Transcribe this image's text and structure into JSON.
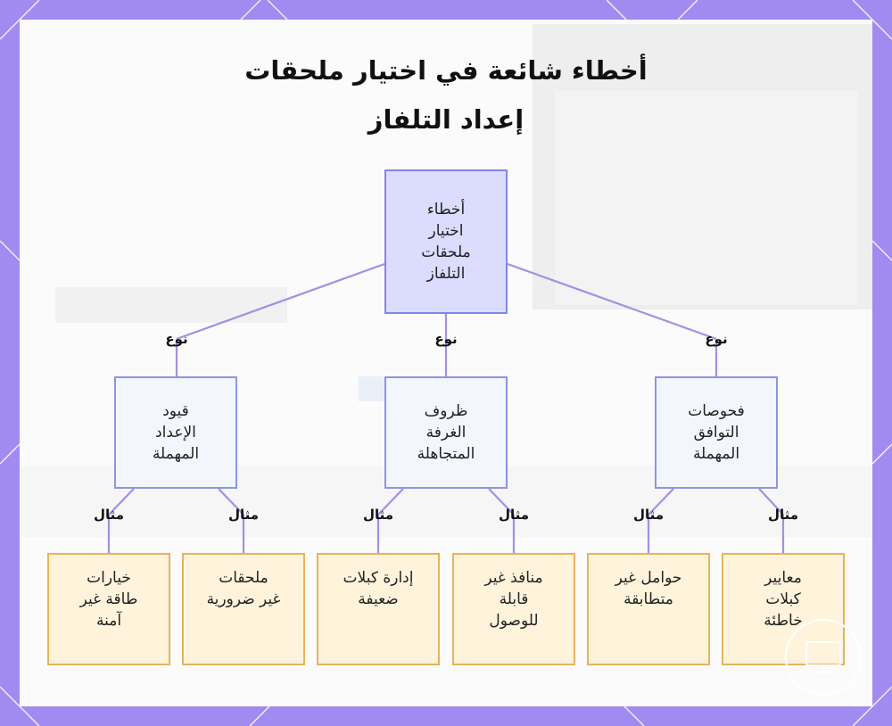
{
  "title": {
    "line1": "أخطاء شائعة في اختيار ملحقات",
    "line2": "إعداد التلفاز"
  },
  "root": {
    "lines": [
      "أخطاء",
      "اختيار",
      "ملحقات",
      "التلفاز"
    ]
  },
  "categories": [
    {
      "lines": [
        "قيود",
        "الإعداد",
        "المهملة"
      ],
      "edge_label": "نوع"
    },
    {
      "lines": [
        "ظروف",
        "الغرفة",
        "المتجاهلة"
      ],
      "edge_label": "نوع"
    },
    {
      "lines": [
        "فحوصات",
        "التوافق",
        "المهملة"
      ],
      "edge_label": "نوع"
    }
  ],
  "leaves": [
    {
      "lines": [
        "خيارات",
        "طاقة غير",
        "آمنة"
      ],
      "edge_label": "مثال"
    },
    {
      "lines": [
        "ملحقات",
        "غير ضرورية"
      ],
      "edge_label": "مثال"
    },
    {
      "lines": [
        "إدارة كبلات",
        "ضعيفة"
      ],
      "edge_label": "مثال"
    },
    {
      "lines": [
        "منافذ غير",
        "قابلة",
        "للوصول"
      ],
      "edge_label": "مثال"
    },
    {
      "lines": [
        "حوامل غير",
        "متطابقة"
      ],
      "edge_label": "مثال"
    },
    {
      "lines": [
        "معايير",
        "كبلات",
        "خاطئة"
      ],
      "edge_label": "مثال"
    }
  ],
  "colors": {
    "frame": "#a18af0",
    "edge": "#a58ee6",
    "root_fill": "#dcdcff",
    "category_fill": "#f4f6fe",
    "leaf_fill": "#fff3dc",
    "leaf_border": "#e6b45a"
  },
  "icons": {
    "badge": "monitor-icon"
  }
}
